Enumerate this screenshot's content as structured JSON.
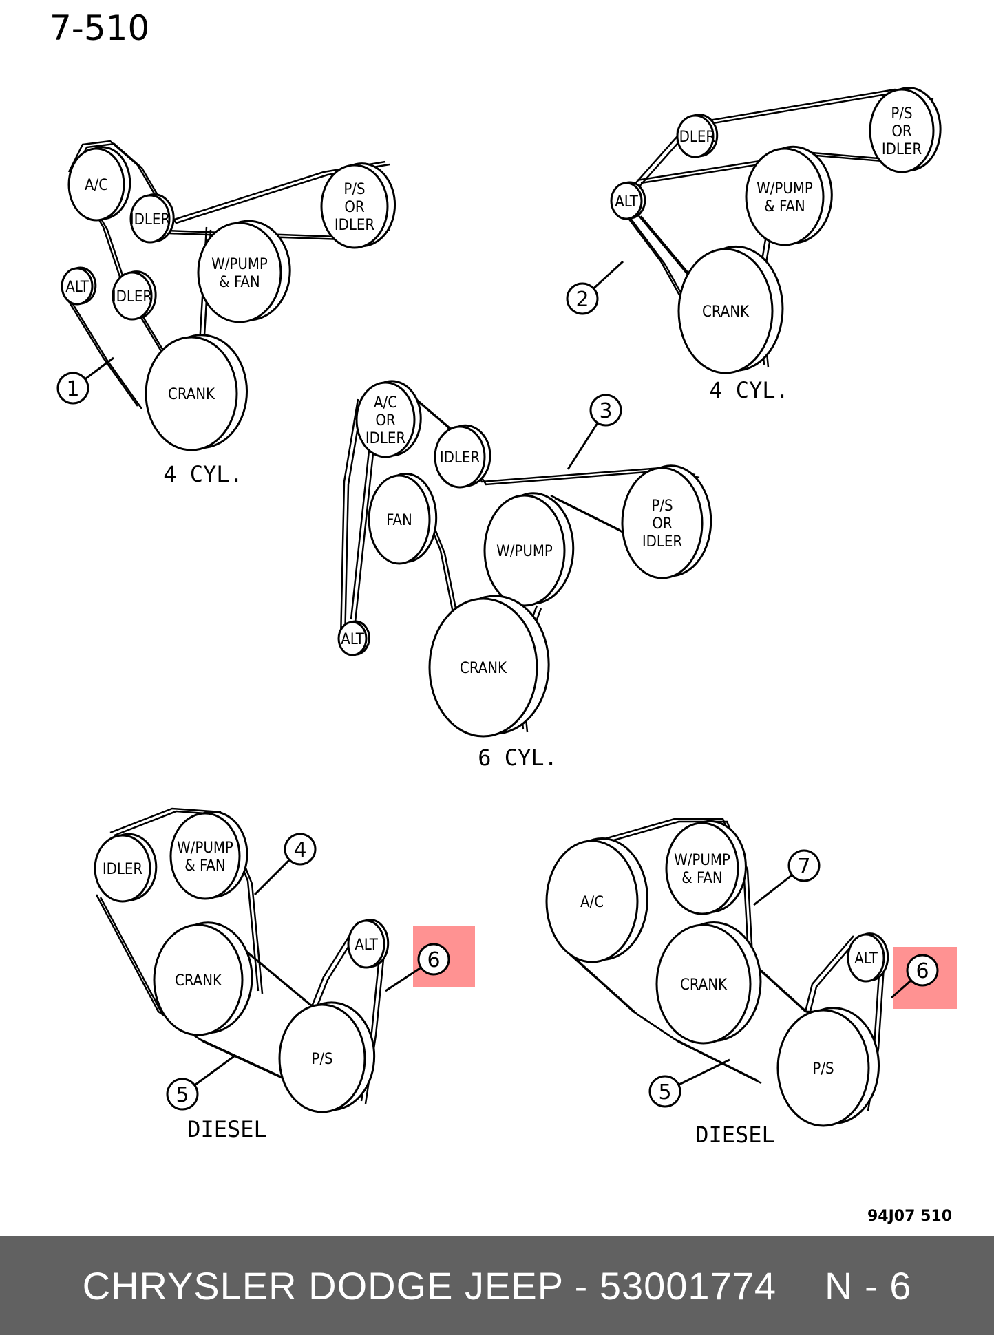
{
  "page_number": "7-510",
  "reference_code": "94J07  510",
  "highlight_color": "#ff6e6e",
  "footer": {
    "part_text": "CHRYSLER DODGE JEEP - 53001774",
    "position_text": "N - 6"
  },
  "diagrams": [
    {
      "caption": "4  CYL.",
      "pulleys": [
        {
          "label": [
            "A/C"
          ]
        },
        {
          "label": [
            "IDLER"
          ]
        },
        {
          "label": [
            "P/S",
            "OR",
            "IDLER"
          ]
        },
        {
          "label": [
            "ALT"
          ]
        },
        {
          "label": [
            "IDLER"
          ]
        },
        {
          "label": [
            "W/PUMP",
            "& FAN"
          ]
        },
        {
          "label": [
            "CRANK"
          ]
        }
      ],
      "callouts": [
        "1"
      ]
    },
    {
      "caption": "4  CYL.",
      "pulleys": [
        {
          "label": [
            "IDLER"
          ]
        },
        {
          "label": [
            "P/S",
            "OR",
            "IDLER"
          ]
        },
        {
          "label": [
            "ALT"
          ]
        },
        {
          "label": [
            "W/PUMP",
            "& FAN"
          ]
        },
        {
          "label": [
            "CRANK"
          ]
        }
      ],
      "callouts": [
        "2"
      ]
    },
    {
      "caption": "6  CYL.",
      "pulleys": [
        {
          "label": [
            "A/C",
            "OR",
            "IDLER"
          ]
        },
        {
          "label": [
            "IDLER"
          ]
        },
        {
          "label": [
            "FAN"
          ]
        },
        {
          "label": [
            "W/PUMP"
          ]
        },
        {
          "label": [
            "P/S",
            "OR",
            "IDLER"
          ]
        },
        {
          "label": [
            "ALT"
          ]
        },
        {
          "label": [
            "CRANK"
          ]
        }
      ],
      "callouts": [
        "3"
      ]
    },
    {
      "caption": "DIESEL",
      "pulleys": [
        {
          "label": [
            "IDLER"
          ]
        },
        {
          "label": [
            "W/PUMP",
            "& FAN"
          ]
        },
        {
          "label": [
            "CRANK"
          ]
        },
        {
          "label": [
            "ALT"
          ]
        },
        {
          "label": [
            "P/S"
          ]
        }
      ],
      "callouts": [
        "4",
        "5",
        "6"
      ],
      "highlighted_callout": "6"
    },
    {
      "caption": "DIESEL",
      "pulleys": [
        {
          "label": [
            "A/C"
          ]
        },
        {
          "label": [
            "W/PUMP",
            "& FAN"
          ]
        },
        {
          "label": [
            "CRANK"
          ]
        },
        {
          "label": [
            "ALT"
          ]
        },
        {
          "label": [
            "P/S"
          ]
        }
      ],
      "callouts": [
        "7",
        "5",
        "6"
      ],
      "highlighted_callout": "6"
    }
  ]
}
